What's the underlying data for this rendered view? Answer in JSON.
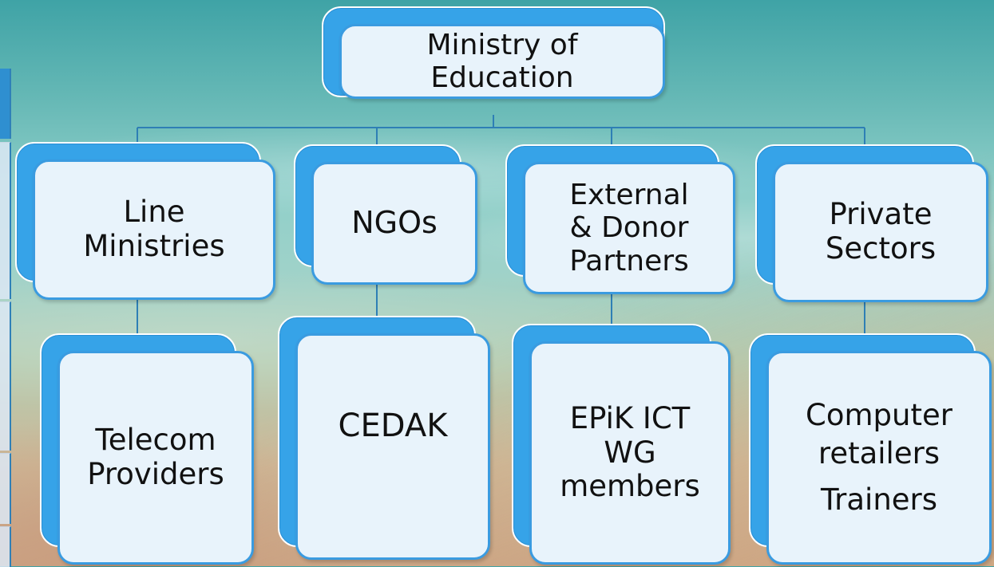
{
  "diagram": {
    "root": {
      "lines": [
        "Ministry of",
        "Education"
      ]
    },
    "branches": [
      {
        "id": "line-ministries",
        "lines": [
          "Line",
          "Ministries"
        ],
        "child_lines": [
          "Telecom",
          "Providers"
        ]
      },
      {
        "id": "ngos",
        "lines": [
          "NGOs"
        ],
        "child_lines": [
          "CEDAK"
        ]
      },
      {
        "id": "external-donor-partners",
        "lines": [
          "External",
          "& Donor",
          "Partners"
        ],
        "child_lines": [
          "EPiK ICT",
          "WG",
          "members"
        ]
      },
      {
        "id": "private-sectors",
        "lines": [
          "Private",
          "Sectors"
        ],
        "child_lines": [
          "Computer",
          "retailers",
          "Trainers"
        ]
      }
    ]
  },
  "colors": {
    "box_back": "#36a3e8",
    "box_front": "#e8f3fb",
    "box_border": "#3a9be0",
    "connector": "#2e7fb5"
  }
}
